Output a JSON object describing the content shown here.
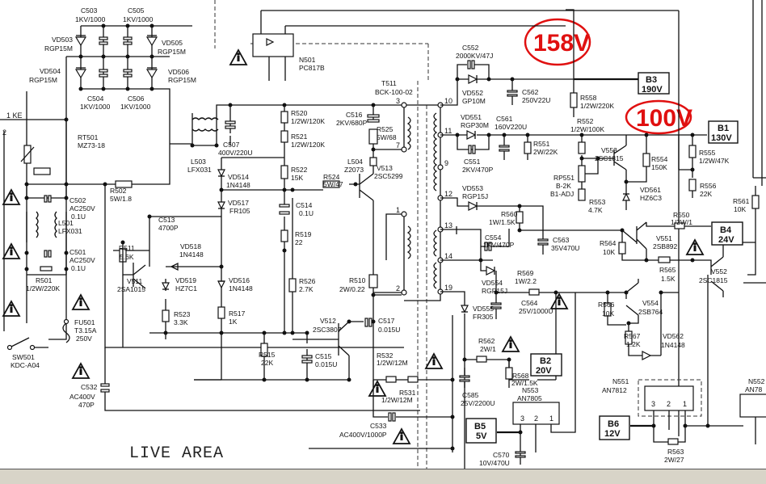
{
  "title": "Power supply schematic (switch-mode)",
  "area_label": "LIVE AREA",
  "annotations": {
    "handwritten_1": "158V",
    "handwritten_2": "100V",
    "color": "#e01010"
  },
  "input": {
    "ke_label": "1 KE",
    "pin2": "2"
  },
  "outputs": [
    {
      "id": "B3",
      "voltage": "190V"
    },
    {
      "id": "B1",
      "voltage": "130V"
    },
    {
      "id": "B4",
      "voltage": "24V"
    },
    {
      "id": "B2",
      "voltage": "20V"
    },
    {
      "id": "B5",
      "voltage": "5V"
    },
    {
      "id": "B6",
      "voltage": "12V"
    }
  ],
  "transformer": {
    "ref": "T511",
    "part": "BCK-100-02",
    "pins": [
      "3",
      "7",
      "1",
      "2",
      "10",
      "11",
      "9",
      "12",
      "13",
      "14",
      "19"
    ]
  },
  "components": {
    "C503": [
      "C503",
      "1KV/1000"
    ],
    "C505": [
      "C505",
      "1KV/1000"
    ],
    "C504": [
      "C504",
      "1KV/1000"
    ],
    "C506": [
      "C506",
      "1KV/1000"
    ],
    "VD503": [
      "VD503",
      "RGP15M"
    ],
    "VD504": [
      "VD504",
      "RGP15M"
    ],
    "VD505": [
      "VD505",
      "RGP15M"
    ],
    "VD506": [
      "VD506",
      "RGP15M"
    ],
    "RT501": [
      "RT501",
      "MZ73-18"
    ],
    "N501": [
      "N501",
      "PC817B"
    ],
    "L503": [
      "L503",
      "LFX031"
    ],
    "C507": [
      "C507",
      "400V/220U"
    ],
    "R520": [
      "R520",
      "1/2W/120K"
    ],
    "R521": [
      "R521",
      "1/2W/120K"
    ],
    "C516": [
      "C516",
      "2KV/680P"
    ],
    "R525": [
      "R525",
      "5W/68"
    ],
    "L504": [
      "L504",
      "Z2073"
    ],
    "V513": [
      "V513",
      "2SC5299"
    ],
    "R522": [
      "R522",
      "15K"
    ],
    "R524": [
      "R524",
      "5W/47"
    ],
    "VD514": [
      "VD514",
      "1N4148"
    ],
    "VD517": [
      "VD517",
      "FR105"
    ],
    "C514": [
      "C514",
      "0.1U"
    ],
    "R519": [
      "R519",
      "22"
    ],
    "R502": [
      "R502",
      "5W/1.8"
    ],
    "C502": [
      "C502",
      "AC250V",
      "0.1U"
    ],
    "L501": [
      "L501",
      "LFX031"
    ],
    "C501": [
      "C501",
      "AC250V",
      "0.1U"
    ],
    "R501": [
      "R501",
      "1/2W/220K"
    ],
    "FU501": [
      "FU501",
      "T3.15A",
      "250V"
    ],
    "SW501": [
      "SW501",
      "KDC-A04"
    ],
    "C532": [
      "C532",
      "AC400V",
      "470P"
    ],
    "C513": [
      "C513",
      "4700P"
    ],
    "R511": [
      "R511",
      "5.6K"
    ],
    "V511": [
      "V511",
      "2SA1015"
    ],
    "VD518": [
      "VD518",
      "1N4148"
    ],
    "VD519": [
      "VD519",
      "HZ7C1"
    ],
    "VD516": [
      "VD516",
      "1N4148"
    ],
    "R523": [
      "R523",
      "3.3K"
    ],
    "R517": [
      "R517",
      "1K"
    ],
    "R526": [
      "R526",
      "2.7K"
    ],
    "R510": [
      "R510",
      "2W/0.22"
    ],
    "V512": [
      "V512",
      "2SC3807"
    ],
    "C517": [
      "C517",
      "0.015U"
    ],
    "R515": [
      "R515",
      "22K"
    ],
    "C515": [
      "C515",
      "0.015U"
    ],
    "R532": [
      "R532",
      "1/2W/12M"
    ],
    "R531": [
      "R531",
      "1/2W/12M"
    ],
    "C533": [
      "C533",
      "AC400V/1000P"
    ],
    "C552": [
      "C552",
      "2000KV/47J"
    ],
    "VD552": [
      "VD552",
      "GP10M"
    ],
    "C562": [
      "C562",
      "250V22U"
    ],
    "R558": [
      "R558",
      "1/2W/220K"
    ],
    "VD551": [
      "VD551",
      "RGP30M"
    ],
    "C551": [
      "C551",
      "2KV/470P"
    ],
    "C561": [
      "C561",
      "160V220U"
    ],
    "R551": [
      "R551",
      "2W/22K"
    ],
    "R552": [
      "R552",
      "1/2W/100K"
    ],
    "V553": [
      "V553",
      "2SC1815"
    ],
    "R554": [
      "R554",
      "150K"
    ],
    "VD561": [
      "VD561",
      "HZ6C3"
    ],
    "RP551": [
      "RP551",
      "B-2K",
      "B1-ADJ"
    ],
    "R553": [
      "R553",
      "4.7K"
    ],
    "R555": [
      "R555",
      "1/2W/47K"
    ],
    "R556": [
      "R556",
      "22K"
    ],
    "R561": [
      "R561",
      "10K"
    ],
    "VD553": [
      "VD553",
      "RGP15J"
    ],
    "R560": [
      "R560",
      "1W/1.5K"
    ],
    "C563": [
      "C563",
      "35V470U"
    ],
    "R550": [
      "R550",
      "1/2W/1"
    ],
    "R564": [
      "R564",
      "10K"
    ],
    "V551": [
      "V551",
      "2SB892"
    ],
    "R565": [
      "R565",
      "1.5K"
    ],
    "V552": [
      "V552",
      "2SC1815"
    ],
    "C554": [
      "C554",
      "1KV/470P"
    ],
    "VD554": [
      "VD554",
      "RGP15J"
    ],
    "R569": [
      "R569",
      "1W/2.2"
    ],
    "C564": [
      "C564",
      "25V/1000U"
    ],
    "R566": [
      "R566",
      "10K"
    ],
    "V554": [
      "V554",
      "2SB764"
    ],
    "R567": [
      "R567",
      "1.2K"
    ],
    "VD562": [
      "VD562",
      "1N4148"
    ],
    "VD555": [
      "VD555",
      "FR305"
    ],
    "R562": [
      "R562",
      "2W/1"
    ],
    "R568": [
      "R568",
      "2W/1.5K"
    ],
    "C585": [
      "C585",
      "25V/2200U"
    ],
    "N553": [
      "N553",
      "AN7805"
    ],
    "C570": [
      "C570",
      "10V/470U"
    ],
    "N551": [
      "N551",
      "AN7812"
    ],
    "R563": [
      "R563",
      "2W/27"
    ],
    "N552": [
      "N552",
      "AN78"
    ]
  },
  "regulator_pins": [
    "3",
    "2",
    "1"
  ]
}
